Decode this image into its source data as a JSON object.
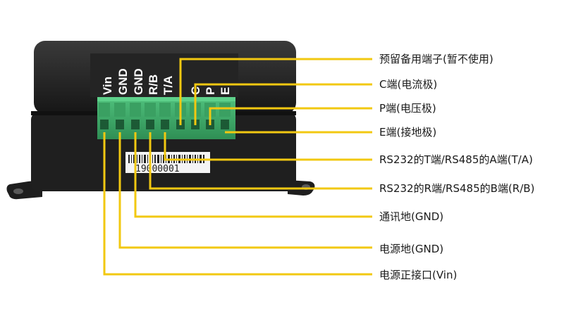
{
  "device": {
    "pin_labels": [
      "Vin",
      "GND",
      "GND",
      "R/B",
      "T/A"
    ],
    "cpe_labels": [
      "C",
      "P",
      "E"
    ],
    "serial": "19000001"
  },
  "callouts": [
    "预留备用端子(暂不使用)",
    "C端(电流极)",
    "P端(电压极)",
    "E端(接地极)",
    "RS232的T端/RS485的A端(T/A)",
    "RS232的R端/RS485的B端(R/B)",
    "通讯地(GND)",
    "电源地(GND)",
    "电源正接口(Vin)"
  ],
  "colors": {
    "leader_line": "#f2c811",
    "device_body": "#2a2a2a",
    "terminal_block": "#3fae6a",
    "text": "#1a1a1a"
  }
}
